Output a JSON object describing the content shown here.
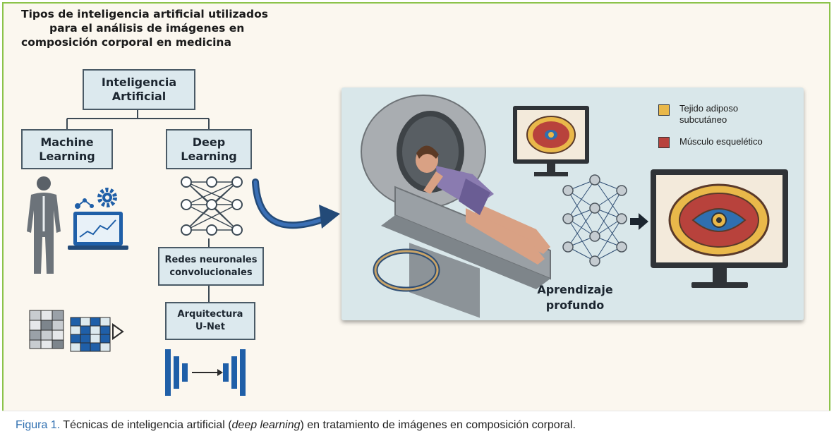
{
  "title": {
    "line1": "Tipos de inteligencia artificial utilizados",
    "line2": "para el análisis de imágenes en",
    "line3": "composición corporal en medicina"
  },
  "boxes": {
    "ia": "Inteligencia\nArtificial",
    "ml": "Machine\nLearning",
    "dl": "Deep\nLearning",
    "cnn": "Redes neuronales\nconvolucionales",
    "unet": "Arquitectura\nU-Net"
  },
  "legend": {
    "adipose": "Tejido adiposo\nsubcutáneo",
    "muscle": "Músculo esquelético",
    "adipose_color": "#e9b84a",
    "muscle_color": "#b8423c"
  },
  "panel_label": "Aprendizaje\nprofundo",
  "caption": {
    "figure": "Figura 1.",
    "text_before": " Técnicas de inteligencia artificial (",
    "italic": "deep learning",
    "text_after": ") en tratamiento de imágenes en composición corporal."
  },
  "colors": {
    "frame_border": "#8cc34a",
    "box_fill": "#dce9ee",
    "accent_blue": "#1f5fa8"
  },
  "icons": [
    "human-silhouette-icon",
    "laptop-chart-icon",
    "gear-icon",
    "neural-network-icon",
    "data-cube-icon",
    "unet-blocks-icon",
    "mri-scanner-icon",
    "monitor-icon",
    "arrow-right-icon"
  ]
}
